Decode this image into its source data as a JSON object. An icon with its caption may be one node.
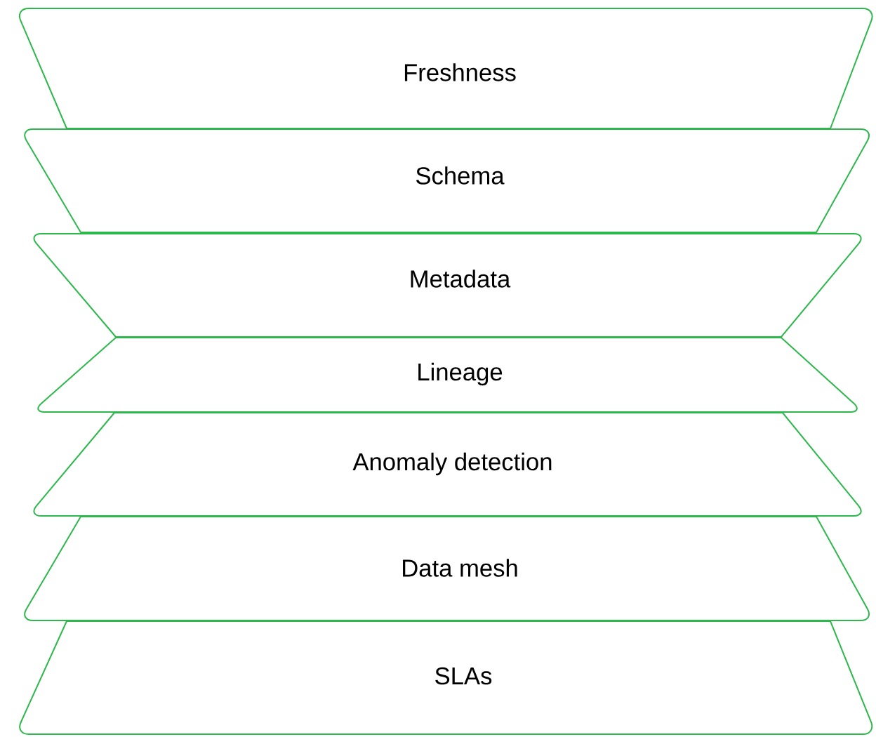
{
  "diagram": {
    "nodes": [
      {
        "text": [
          "Freshness"
        ]
      },
      {
        "text": [
          "Schema"
        ]
      },
      {
        "text": [
          "Metadata"
        ]
      },
      {
        "text": [
          "Lineage"
        ]
      },
      {
        "text": [
          "Anomaly detection"
        ]
      },
      {
        "text": [
          "Data mesh"
        ]
      },
      {
        "text": [
          "SLAs"
        ]
      }
    ]
  }
}
